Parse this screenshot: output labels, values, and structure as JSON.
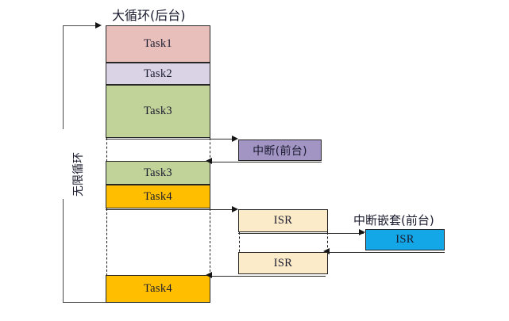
{
  "diagram": {
    "title_main": "大循环(后台)",
    "title_interrupt": "中断(前台)",
    "title_nested": "中断嵌套(前台)",
    "loop_label": "无限循环",
    "bottom_caption": "",
    "colors": {
      "task1": "#e8bfbb",
      "task2": "#dad3e6",
      "task3": "#c2d39a",
      "task4": "#ffbf00",
      "interrupt": "#a295c4",
      "isr": "#fcebc9",
      "nested_isr": "#13a7e8",
      "outline": "#262626"
    },
    "main_column": {
      "name": "background-task-column",
      "blocks": [
        {
          "label": "Task1",
          "color_key": "task1"
        },
        {
          "label": "Task2",
          "color_key": "task2"
        },
        {
          "label": "Task3",
          "color_key": "task3"
        },
        {
          "label": "Task3",
          "color_key": "task3"
        },
        {
          "label": "Task4",
          "color_key": "task4"
        },
        {
          "label": "Task4",
          "color_key": "task4"
        }
      ]
    },
    "interrupt_boxes": [
      {
        "label": "中断(前台)",
        "color_key": "interrupt"
      },
      {
        "label": "ISR",
        "color_key": "isr"
      },
      {
        "label": "ISR",
        "color_key": "isr"
      },
      {
        "label": "ISR",
        "color_key": "nested_isr"
      }
    ]
  }
}
